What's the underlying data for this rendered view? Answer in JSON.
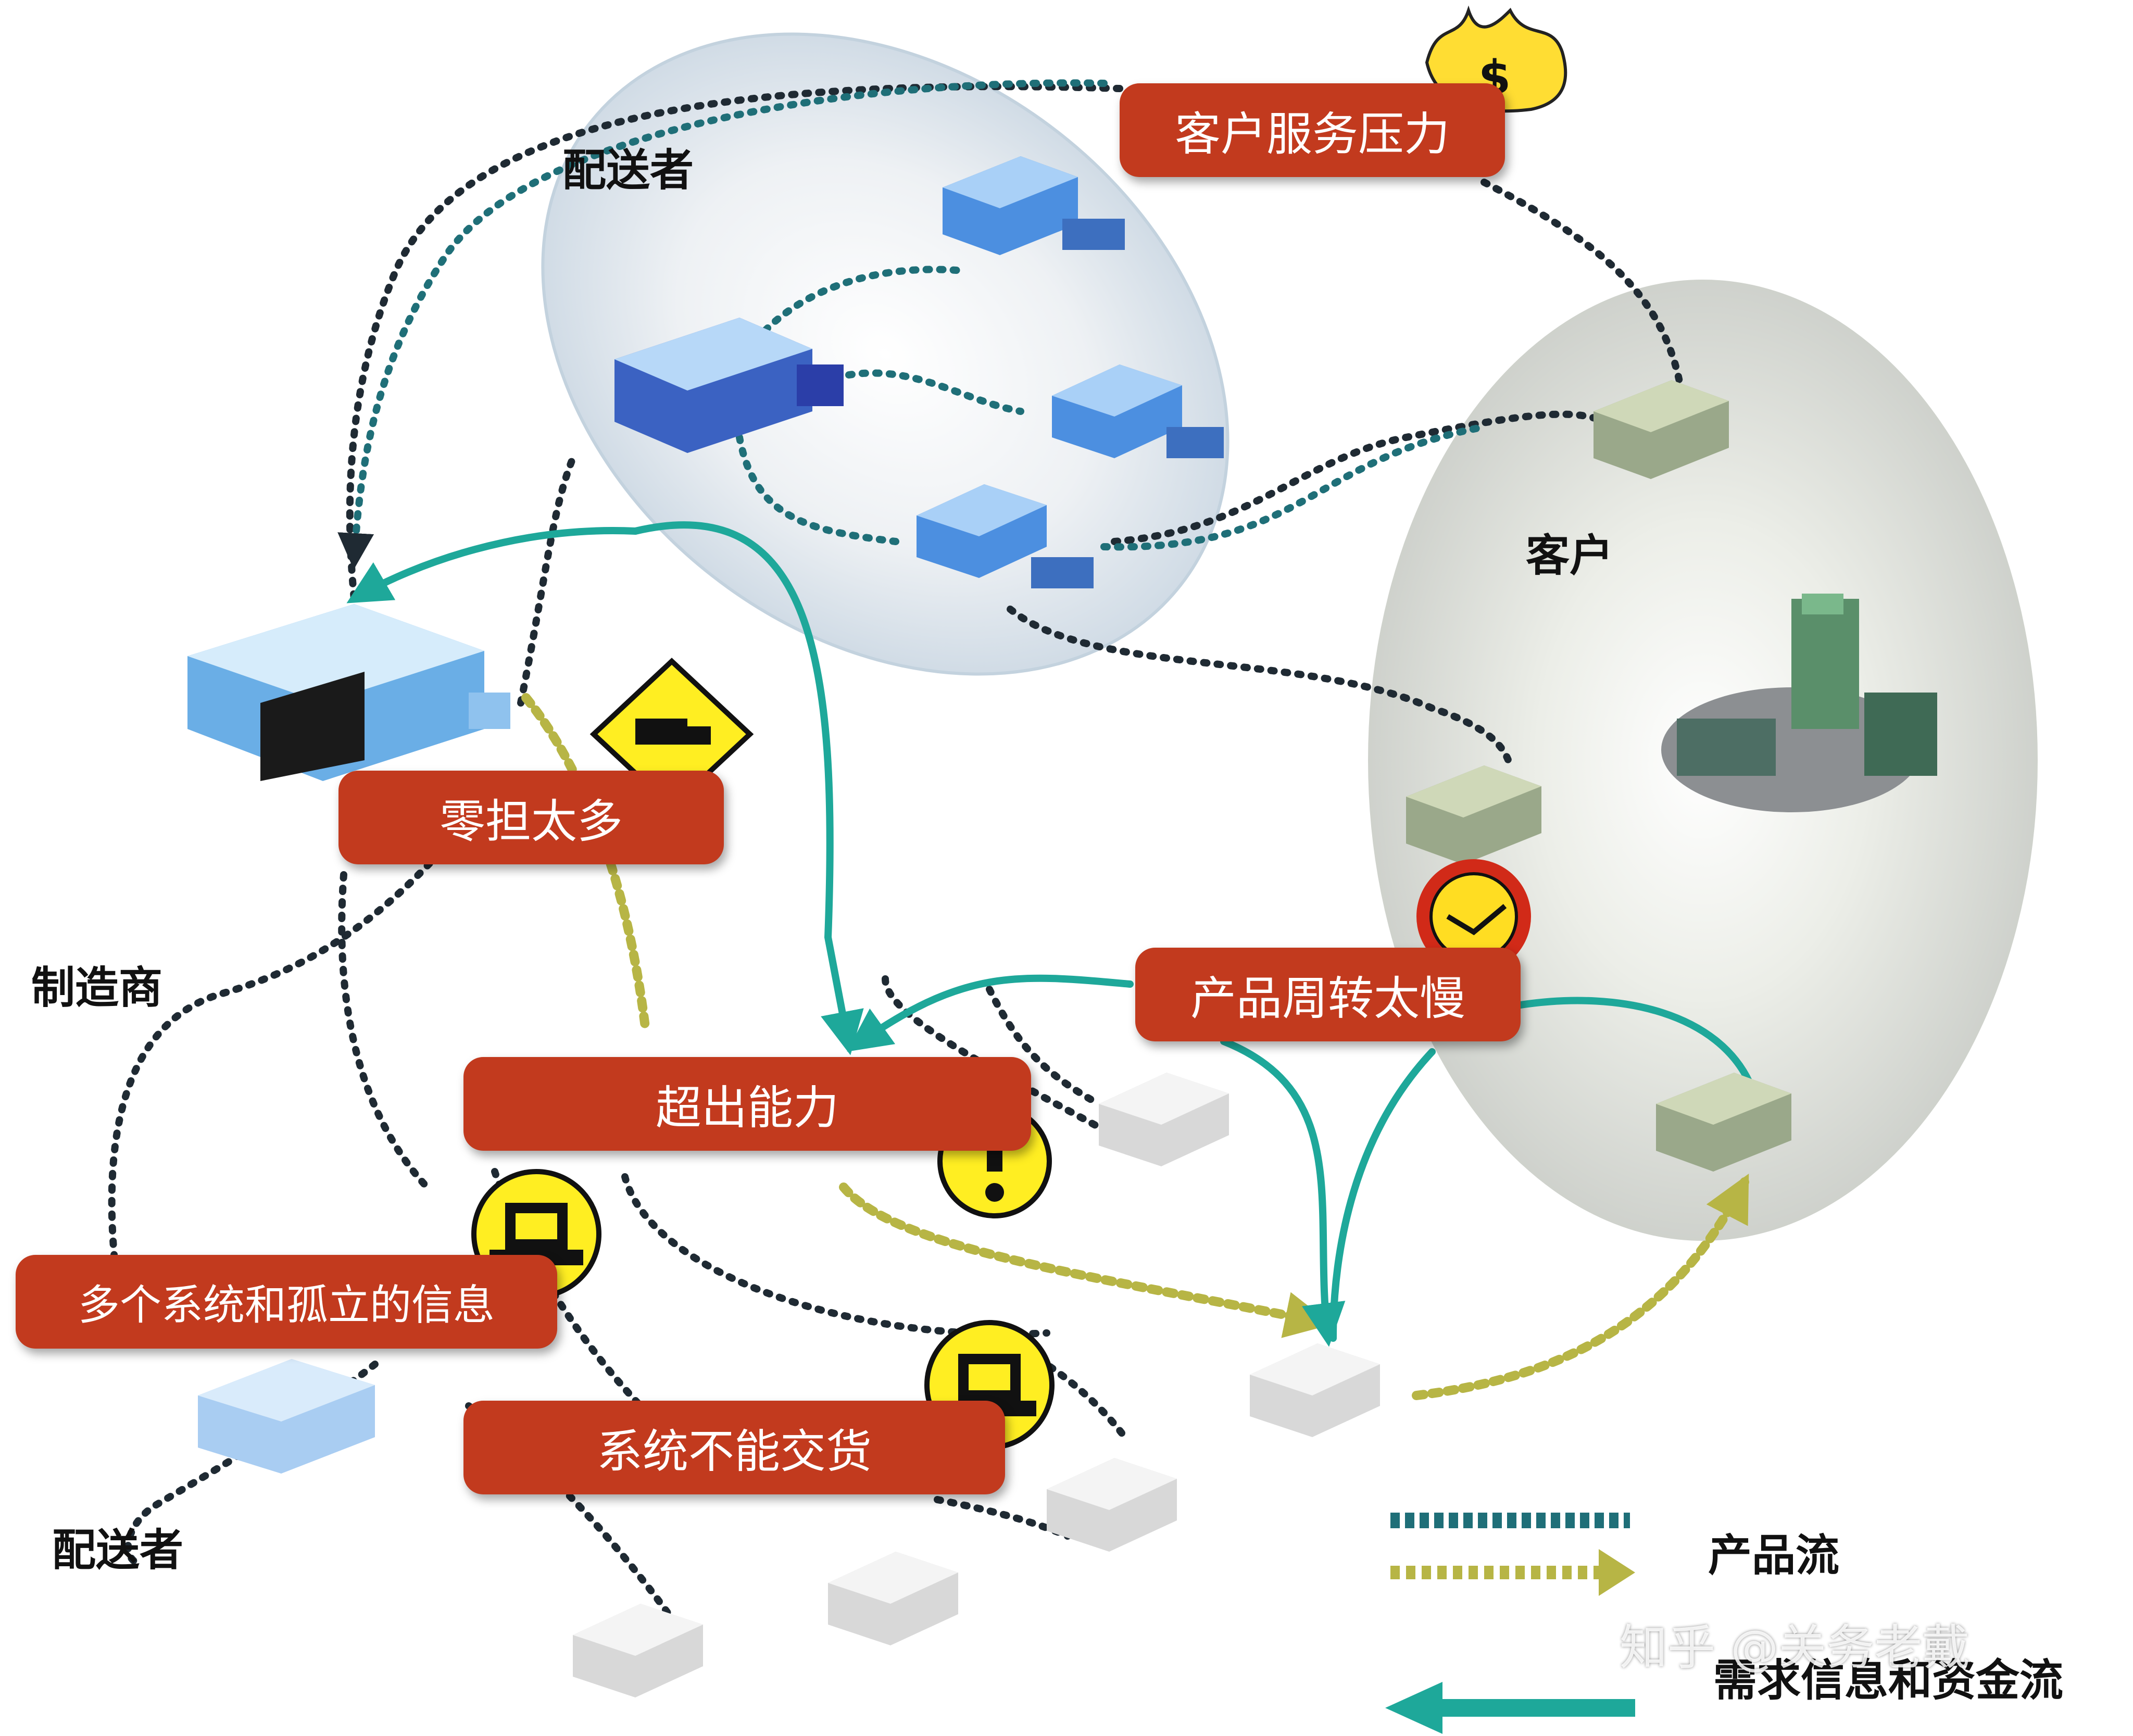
{
  "problems": {
    "customer_service_pressure": "客户服务压力",
    "too_many_ltl": "零担太多",
    "product_turnover_slow": "产品周转太慢",
    "over_capacity": "超出能力",
    "multiple_systems": "多个系统和孤立的信息",
    "system_cannot_deliver": "系统不能交货"
  },
  "regions": {
    "distributor_top": "配送者",
    "customer": "客户",
    "manufacturer": "制造商",
    "distributor_bottom": "配送者"
  },
  "legend": {
    "product_flow": "产品流",
    "demand_info_flow": "需求信息和资金流"
  },
  "watermark": "知乎 @关务老戴",
  "colors": {
    "box": "#c23a1e",
    "dark_dotted": "#1f2a33",
    "teal_dotted": "#1f6f78",
    "olive_dotted": "#b7b545",
    "teal_solid": "#1ea89a",
    "sign_yellow": "#ffee22"
  },
  "icons": [
    "dollar-fire-icon",
    "truck-sign-icon",
    "clock-icon",
    "exclamation-icon",
    "computer-icon"
  ]
}
